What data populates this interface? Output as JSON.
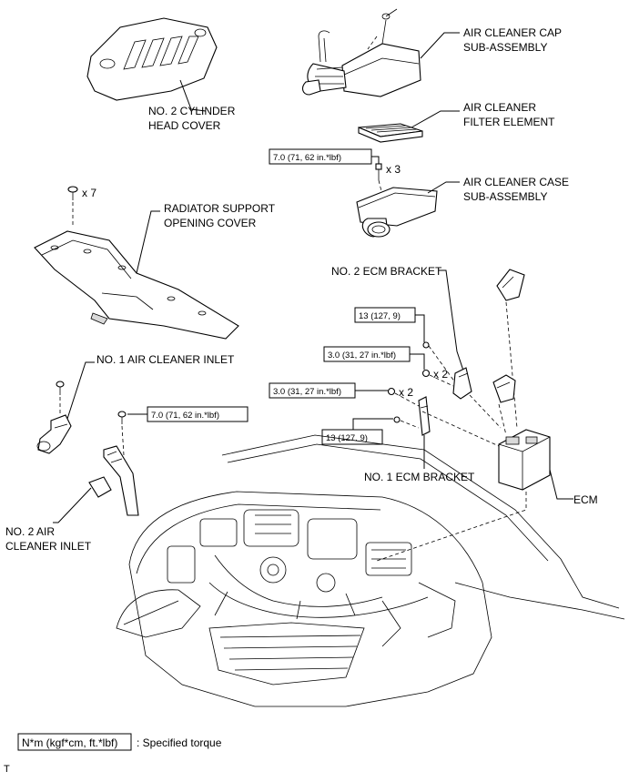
{
  "labels": {
    "cyl_head_cover": [
      "NO. 2 CYLINDER",
      "HEAD COVER"
    ],
    "air_cleaner_cap": [
      "AIR CLEANER CAP",
      "SUB-ASSEMBLY"
    ],
    "air_cleaner_filter": [
      "AIR CLEANER",
      "FILTER ELEMENT"
    ],
    "air_cleaner_case": [
      "AIR CLEANER CASE",
      "SUB-ASSEMBLY"
    ],
    "radiator_cover": [
      "RADIATOR SUPPORT",
      "OPENING COVER"
    ],
    "ecm_bracket_2": "NO. 2 ECM BRACKET",
    "ecm_bracket_1": "NO. 1 ECM BRACKET",
    "ecm": "ECM",
    "air_inlet_1": "NO. 1 AIR CLEANER INLET",
    "air_inlet_2": [
      "NO. 2 AIR",
      "CLEANER INLET"
    ]
  },
  "quantities": {
    "case_bolts": "x 3",
    "cover_clips": "x 7",
    "bracket2_nuts": "x 2",
    "bracket1_nuts": "x 2"
  },
  "torques": {
    "case": "7.0 (71, 62 in.*lbf)",
    "bracket2_upper": "13 (127, 9)",
    "bracket2_lower": "3.0 (31, 27 in.*lbf)",
    "bracket1_upper": "3.0 (31, 27 in.*lbf)",
    "bracket1_lower": "13 (127. 9)",
    "inlet2": "7.0 (71, 62 in.*lbf)"
  },
  "legend": {
    "box_text": "N*m (kgf*cm, ft.*lbf)",
    "description": ": Specified torque"
  },
  "footer_mark": "T"
}
